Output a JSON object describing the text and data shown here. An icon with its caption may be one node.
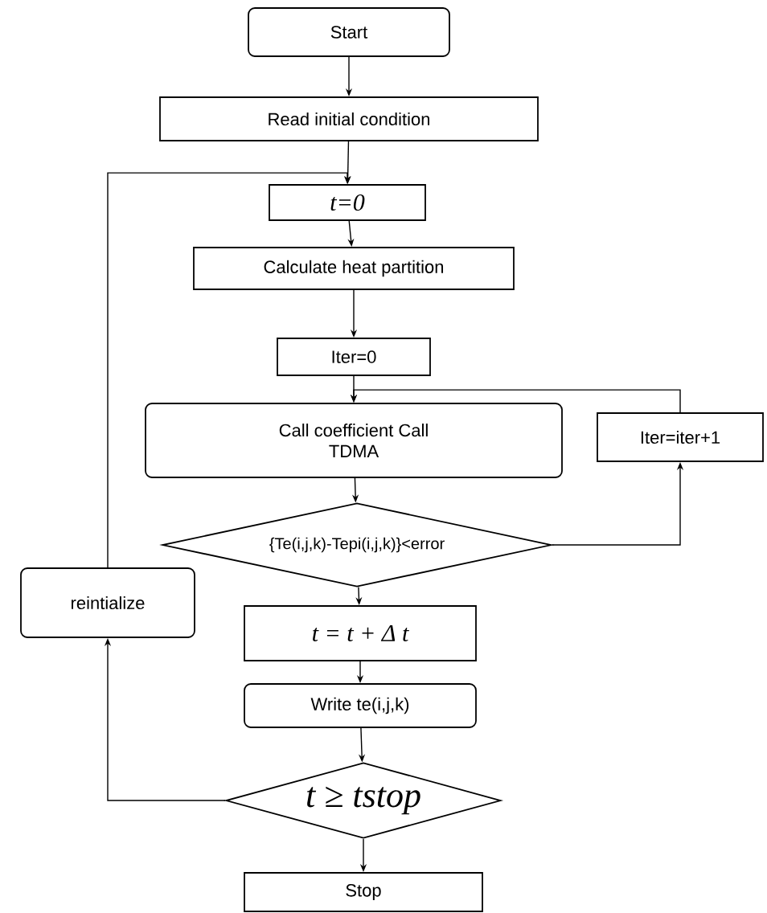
{
  "diagram": {
    "nodes": [
      {
        "text": [
          "Start"
        ]
      },
      {
        "text": [
          "Read initial condition"
        ]
      },
      {
        "text": [
          "t=0"
        ]
      },
      {
        "text": [
          "Calculate heat partition"
        ]
      },
      {
        "text": [
          "Iter=0"
        ]
      },
      {
        "text": [
          "Call coefficient Call TDMA"
        ]
      },
      {
        "text": [
          "Iter=iter+1"
        ]
      },
      {
        "text": [
          "{Te(i,j,k)-Tepi(i,j,k)}<error"
        ]
      },
      {
        "text": [
          "reintialize"
        ]
      },
      {
        "text": [
          "t = t + Δ t"
        ]
      },
      {
        "text": [
          "Write te(i,j,k)"
        ]
      },
      {
        "text": [
          "t ≥ tstop"
        ]
      },
      {
        "text": [
          "Stop"
        ]
      }
    ],
    "edges": [
      {
        "from": 0,
        "to": 1,
        "arrow": "to"
      },
      {
        "from": 1,
        "to": 2,
        "arrow": "to"
      },
      {
        "from": 2,
        "to": 3,
        "arrow": "to"
      },
      {
        "from": 3,
        "to": 4,
        "arrow": "to"
      },
      {
        "from": 4,
        "to": 5,
        "arrow": "to"
      },
      {
        "from": 5,
        "to": 7,
        "arrow": "to"
      },
      {
        "from": 7,
        "to": 6,
        "arrow": "to"
      },
      {
        "from": 6,
        "to": 5,
        "arrow": "to"
      },
      {
        "from": 7,
        "to": 9,
        "arrow": "to"
      },
      {
        "from": 9,
        "to": 10,
        "arrow": "to"
      },
      {
        "from": 10,
        "to": 11,
        "arrow": "to"
      },
      {
        "from": 11,
        "to": 12,
        "arrow": "to"
      },
      {
        "from": 11,
        "to": 8,
        "arrow": "to"
      },
      {
        "from": 8,
        "to": 2,
        "arrow": "to"
      }
    ]
  }
}
